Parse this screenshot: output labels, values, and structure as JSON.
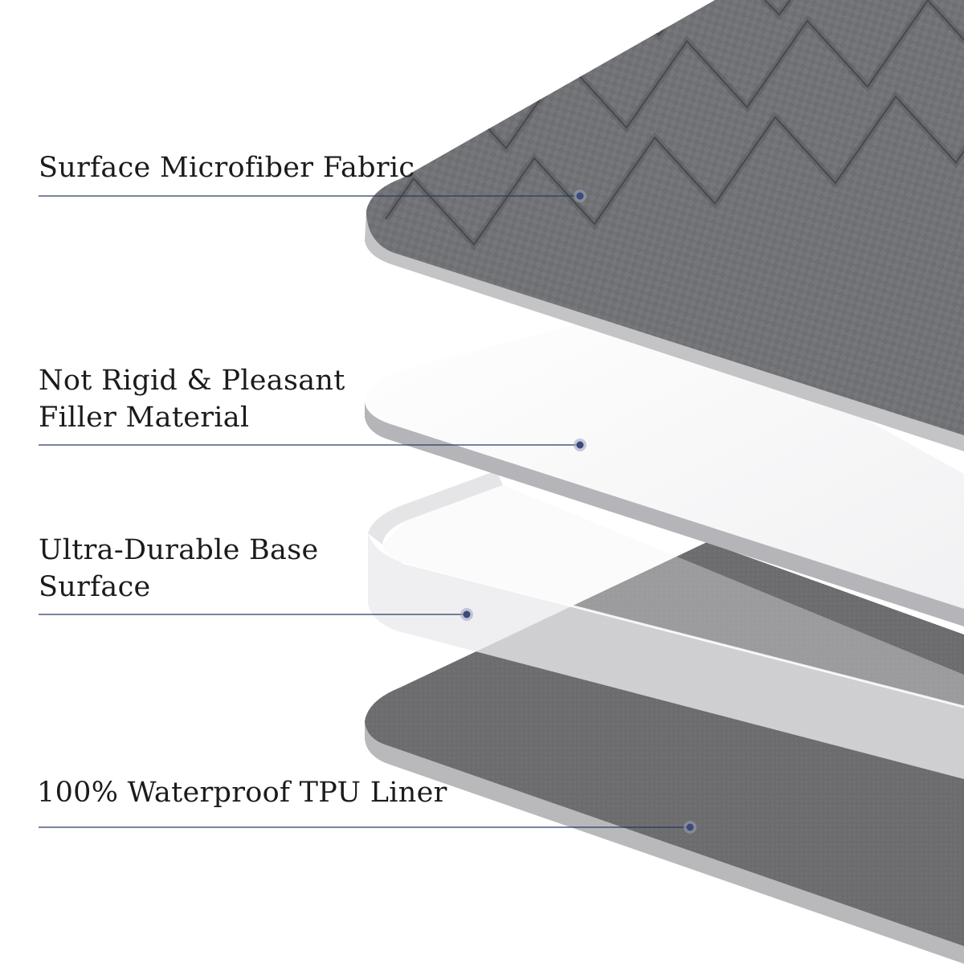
{
  "layers": [
    {
      "key": "surface",
      "lines": [
        "Surface Microfiber Fabric"
      ]
    },
    {
      "key": "filler",
      "lines": [
        "Not Rigid & Pleasant",
        "Filler Material"
      ]
    },
    {
      "key": "base",
      "lines": [
        "Ultra-Durable Base",
        "Surface"
      ]
    },
    {
      "key": "tpu",
      "lines": [
        "100% Waterproof TPU Liner"
      ]
    }
  ],
  "colors": {
    "background": "#ffffff",
    "fabric": "#6f7073",
    "fabric_dark": "#4f5053",
    "fabric_edge": "#c3c3c6",
    "filler": "#fbfbfb",
    "filler_edge": "#b4b4b8",
    "base_frame": "#ececef",
    "liner": "#6e6e70",
    "liner_edge": "#b8b8bb",
    "leader_line": "#2a3a66",
    "leader_dot": "#3b4a78"
  },
  "icons": [
    "leader-dot"
  ]
}
